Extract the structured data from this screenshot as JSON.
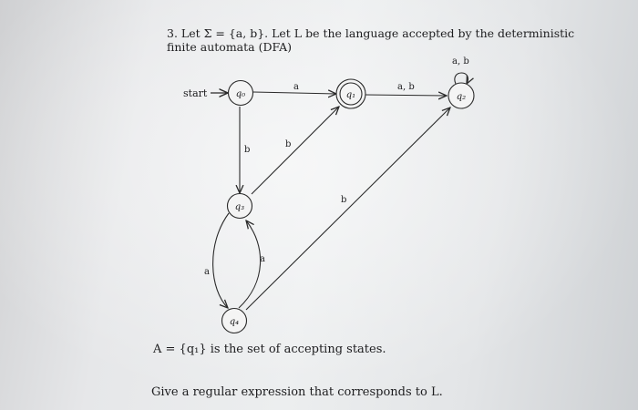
{
  "problem": {
    "line1": "3. Let Σ = {a, b}. Let L be the language accepted by the deterministic",
    "line2": "finite automata (DFA)"
  },
  "diagram": {
    "start_label": "start",
    "states": {
      "q0": "q₀",
      "q1": "q₁",
      "q2": "q₂",
      "q3": "q₃",
      "q4": "q₄"
    },
    "edges": {
      "q0_q1": "a",
      "q0_q3": "b",
      "q3_q1": "b",
      "q1_q2": "a, b",
      "q2_loop": "a, b",
      "q4_q2": "b",
      "q4_q3": "a",
      "q3_q4": "a"
    }
  },
  "accept_text": "A = {q₁} is the set of accepting states.",
  "question_text": "Give a regular expression that corresponds to L."
}
